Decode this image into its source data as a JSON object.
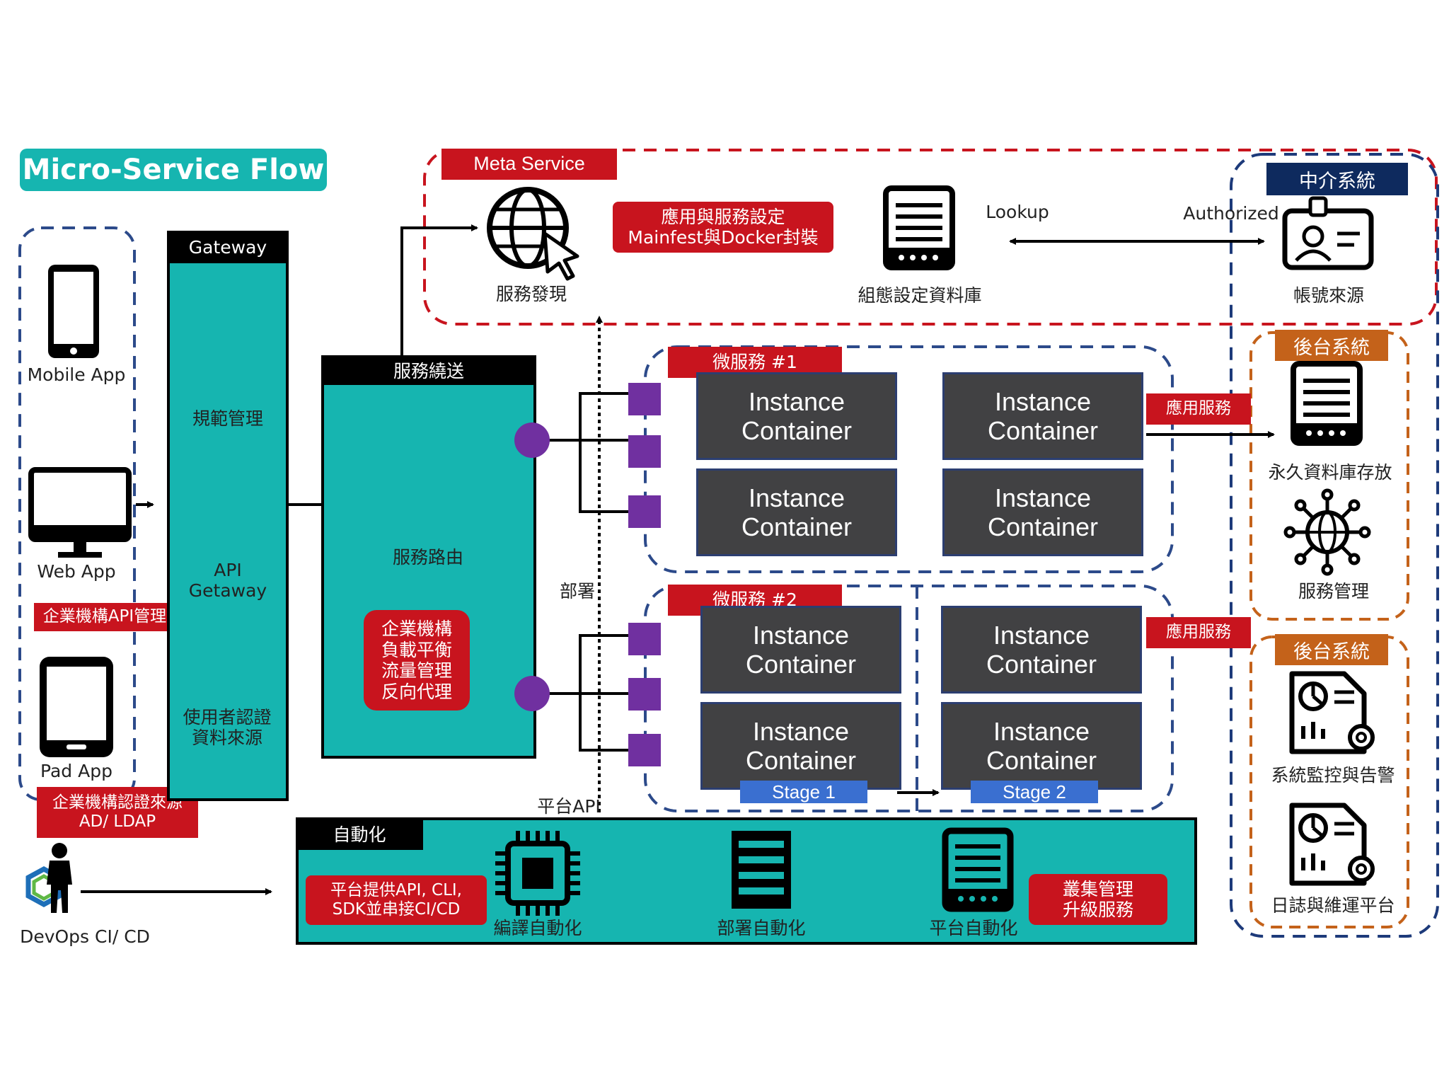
{
  "title": "Micro-Service Flow",
  "clients": {
    "mobile": "Mobile App",
    "web": "Web App",
    "pad": "Pad App",
    "api_mgmt_tag": "企業機構API管理",
    "auth_source_tag": "企業機構認證來源\nAD/ LDAP",
    "devops": "DevOps CI/ CD"
  },
  "gateway": {
    "header": "Gateway",
    "spec": "規範管理",
    "api_gateway": "API\nGetaway",
    "user_auth": "使用者認證\n資料來源"
  },
  "routing": {
    "header": "服務繞送",
    "router": "服務路由",
    "features": "企業機構\n負載平衡\n流量管理\n反向代理"
  },
  "meta": {
    "header": "Meta Service",
    "discovery": "服務發現",
    "config_tag": "應用與服務設定\nMainfest與Docker封裝",
    "config_db": "組態設定資料庫",
    "lookup": "Lookup",
    "authorized": "Authorized"
  },
  "broker": {
    "header": "中介系統",
    "account": "帳號來源"
  },
  "ms1": {
    "tag": "微服務 #1",
    "containers": [
      "Instance\nContainer",
      "Instance\nContainer",
      "Instance\nContainer",
      "Instance\nContainer"
    ],
    "app_tag": "應用服務"
  },
  "ms2": {
    "tag": "微服務 #2",
    "containers": [
      "Instance\nContainer",
      "Instance\nContainer",
      "Instance\nContainer",
      "Instance\nContainer"
    ],
    "stage1": "Stage 1",
    "stage2": "Stage 2",
    "app_tag": "應用服務"
  },
  "deploy_label": "部署",
  "platform_api": "平台API",
  "backend1": {
    "header": "後台系統",
    "storage": "永久資料庫存放",
    "service_mgmt": "服務管理"
  },
  "backend2": {
    "header": "後台系統",
    "monitor": "系統監控與告警",
    "log": "日誌與維運平台"
  },
  "automation": {
    "header": "自動化",
    "api_tag": "平台提供API, CLI,\nSDK並串接CI/CD",
    "compile": "編譯自動化",
    "deploy": "部署自動化",
    "platform": "平台自動化",
    "cluster_tag": "叢集管理\n升級服務"
  },
  "colors": {
    "teal": "#16b5b0",
    "red": "#c8141e",
    "navy": "#0e2a5e",
    "orange": "#c4621a",
    "purple": "#7030a0",
    "container": "#414143",
    "stage_blue": "#3a6fd0"
  }
}
